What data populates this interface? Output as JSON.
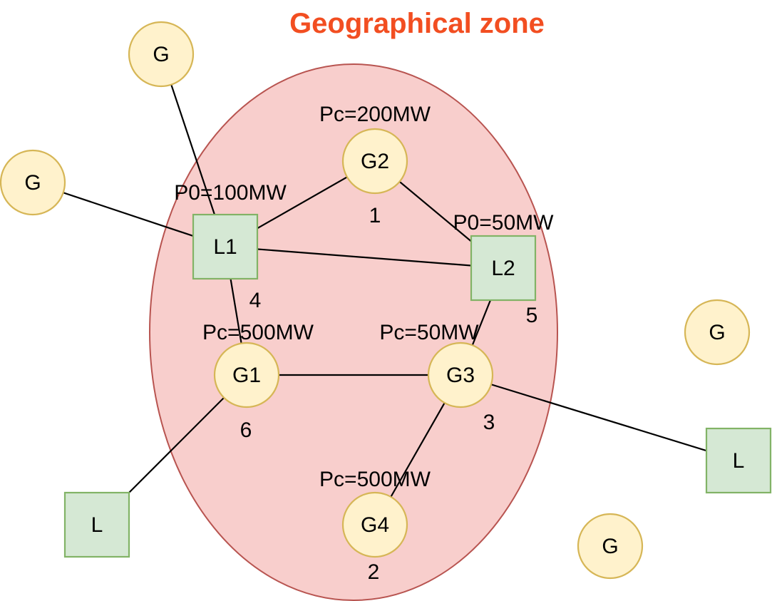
{
  "title": "Geographical zone",
  "colors": {
    "title": "#f24e21",
    "zone_fill": "#f8cecc",
    "zone_stroke": "#b85450",
    "generator_fill": "#fff2cc",
    "generator_stroke": "#d6b656",
    "load_fill": "#d5e8d4",
    "load_stroke": "#82b366",
    "edge": "#000000"
  },
  "nodes": [
    {
      "id": "g_top",
      "type": "generator",
      "label": "G"
    },
    {
      "id": "g_left",
      "type": "generator",
      "label": "G"
    },
    {
      "id": "g2",
      "type": "generator",
      "label": "G2"
    },
    {
      "id": "l1",
      "type": "load",
      "label": "L1"
    },
    {
      "id": "l2",
      "type": "load",
      "label": "L2"
    },
    {
      "id": "g1",
      "type": "generator",
      "label": "G1"
    },
    {
      "id": "g3",
      "type": "generator",
      "label": "G3"
    },
    {
      "id": "g4",
      "type": "generator",
      "label": "G4"
    },
    {
      "id": "g_right",
      "type": "generator",
      "label": "G"
    },
    {
      "id": "g_bottom_right",
      "type": "generator",
      "label": "G"
    },
    {
      "id": "l_left",
      "type": "load",
      "label": "L"
    },
    {
      "id": "l_right",
      "type": "load",
      "label": "L"
    }
  ],
  "edges": [
    [
      "g_top",
      "l1"
    ],
    [
      "g_left",
      "l1"
    ],
    [
      "l1",
      "g2"
    ],
    [
      "l1",
      "l2"
    ],
    [
      "g2",
      "l2"
    ],
    [
      "l1",
      "g1"
    ],
    [
      "l2",
      "g3"
    ],
    [
      "g1",
      "g3"
    ],
    [
      "g3",
      "g4"
    ],
    [
      "g1",
      "l_left"
    ],
    [
      "g3",
      "l_right"
    ]
  ],
  "annotations": [
    {
      "id": "pc-g2",
      "text": "Pc=200MW"
    },
    {
      "id": "num-g2",
      "text": "1"
    },
    {
      "id": "p0-l1",
      "text": "P0=100MW"
    },
    {
      "id": "num-l1",
      "text": "4"
    },
    {
      "id": "p0-l2",
      "text": "P0=50MW"
    },
    {
      "id": "num-l2",
      "text": "5"
    },
    {
      "id": "pc-g1",
      "text": "Pc=500MW"
    },
    {
      "id": "num-g1",
      "text": "6"
    },
    {
      "id": "pc-g3",
      "text": "Pc=50MW"
    },
    {
      "id": "num-g3",
      "text": "3"
    },
    {
      "id": "pc-g4",
      "text": "Pc=500MW"
    },
    {
      "id": "num-g4",
      "text": "2"
    }
  ]
}
